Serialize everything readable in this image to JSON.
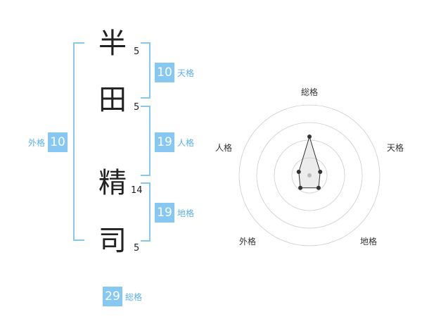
{
  "name": {
    "characters": [
      {
        "char": "半",
        "strokes": "5"
      },
      {
        "char": "田",
        "strokes": "5"
      },
      {
        "char": "精",
        "strokes": "14"
      },
      {
        "char": "司",
        "strokes": "5"
      }
    ]
  },
  "badges": {
    "tenkaku": {
      "value": "10",
      "label": "天格"
    },
    "jinkaku": {
      "value": "19",
      "label": "人格"
    },
    "chikaku": {
      "value": "19",
      "label": "地格"
    },
    "gaikaku": {
      "value": "10",
      "label": "外格"
    },
    "soukaku": {
      "value": "29",
      "label": "総格"
    }
  },
  "colors": {
    "accent": "#87c8f3",
    "accent_text": "#5cb0ea",
    "ring": "#cccccc"
  },
  "radar": {
    "axes": [
      {
        "label": "総格",
        "value": 0.55
      },
      {
        "label": "天格",
        "value": 0.16
      },
      {
        "label": "地格",
        "value": 0.22
      },
      {
        "label": "外格",
        "value": 0.22
      },
      {
        "label": "人格",
        "value": 0.16
      }
    ],
    "rings": 4
  }
}
